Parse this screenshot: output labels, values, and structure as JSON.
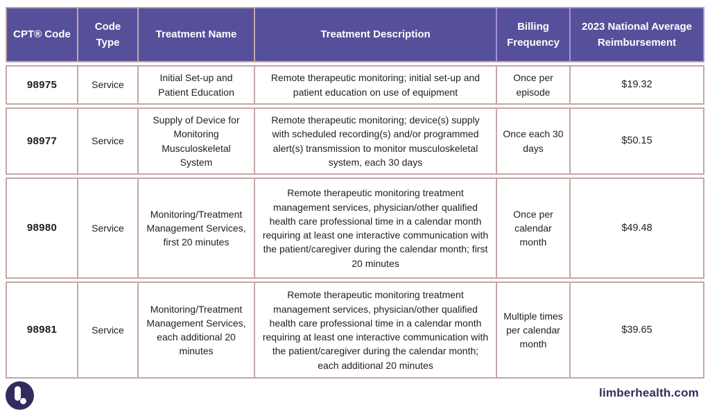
{
  "colors": {
    "header_bg": "#56509B",
    "border_pink": "#C4A7A5",
    "border_purple": "#A48EE4",
    "brand_dark": "#312B5E",
    "body_text": "#1E1E1E"
  },
  "table": {
    "columns": [
      {
        "label": "CPT® Code"
      },
      {
        "label": "Code Type"
      },
      {
        "label": "Treatment Name"
      },
      {
        "label": "Treatment Description"
      },
      {
        "label": "Billing Frequency"
      },
      {
        "label": "2023 National Average Reimbursement"
      }
    ],
    "rows": [
      {
        "code": "98975",
        "code_type": "Service",
        "treatment_name": "Initial Set-up and Patient Education",
        "treatment_description": "Remote therapeutic monitoring; initial set-up and patient education on use of equipment",
        "billing_frequency": "Once per episode",
        "reimbursement": "$19.32"
      },
      {
        "code": "98977",
        "code_type": "Service",
        "treatment_name": "Supply of Device for Monitoring Musculoskeletal System",
        "treatment_description": "Remote therapeutic monitoring; device(s) supply with scheduled recording(s) and/or programmed alert(s) transmission to monitor musculoskeletal system, each 30 days",
        "billing_frequency": "Once each 30 days",
        "reimbursement": "$50.15"
      },
      {
        "code": "98980",
        "code_type": "Service",
        "treatment_name": "Monitoring/Treatment Management Services, first 20 minutes",
        "treatment_description": "Remote therapeutic monitoring treatment management services, physician/other qualified health care professional time in a calendar month requiring at least one interactive communication with the patient/caregiver during the calendar month; first 20 minutes",
        "billing_frequency": "Once per calendar month",
        "reimbursement": "$49.48"
      },
      {
        "code": "98981",
        "code_type": "Service",
        "treatment_name": "Monitoring/Treatment Management Services, each additional 20 minutes",
        "treatment_description": "Remote therapeutic monitoring treatment management services, physician/other qualified health care professional time in a calendar month requiring at least one interactive communication with the patient/caregiver during the calendar month; each additional 20 minutes",
        "billing_frequency": "Multiple times per calendar month",
        "reimbursement": "$39.65"
      }
    ]
  },
  "footer": {
    "website": "limberhealth.com"
  }
}
